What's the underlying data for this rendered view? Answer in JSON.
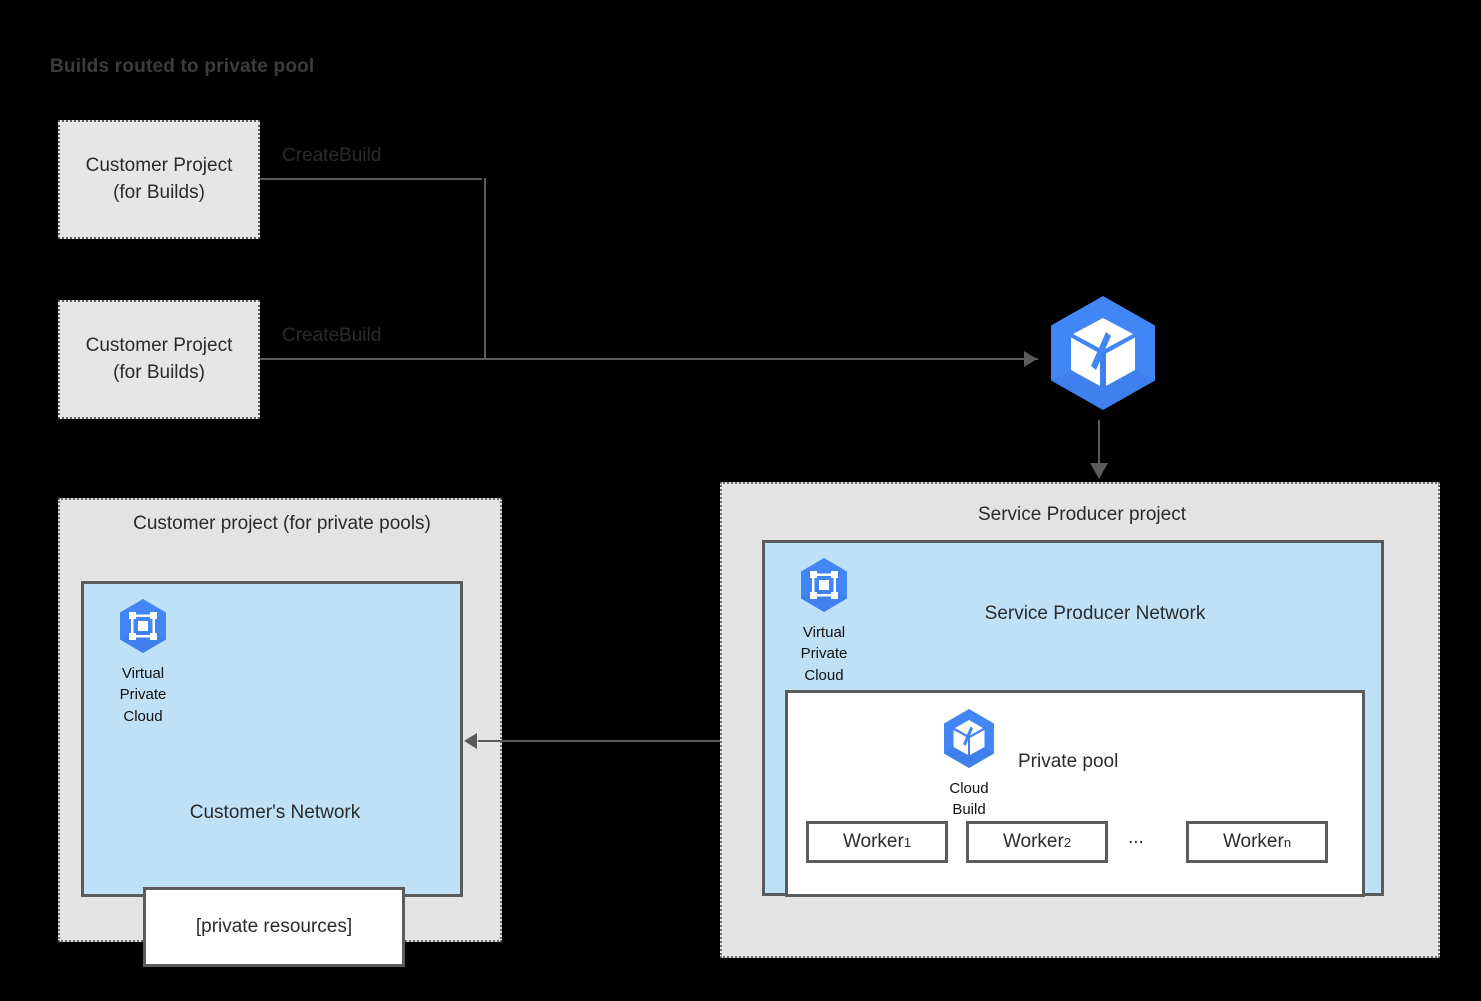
{
  "title": "Builds routed to private pool",
  "colors": {
    "panel_gray": "#e3e3e3",
    "network_blue": "#bfe1f7",
    "border_gray": "#5c5c5c",
    "gcp_blue": "#4285f4",
    "text_dark": "#2b2b2b",
    "white": "#ffffff"
  },
  "build_projects": [
    {
      "line1": "Customer Project",
      "line2": "(for Builds)",
      "edge_label": "CreateBuild"
    },
    {
      "line1": "Customer Project",
      "line2": "(for Builds)",
      "edge_label": "CreateBuild"
    }
  ],
  "cloud_build_service": {
    "icon": "cloud-build-icon"
  },
  "customer_project_panel": {
    "title": "Customer project (for private pools)",
    "vpc": {
      "icon": "virtual-private-cloud-icon",
      "caption_line1": "Virtual",
      "caption_line2": "Private",
      "caption_line3": "Cloud"
    },
    "network_label": "Customer's Network",
    "private_resources_label": "[private resources]"
  },
  "service_producer_panel": {
    "title": "Service Producer project",
    "vpc": {
      "icon": "virtual-private-cloud-icon",
      "caption_line1": "Virtual",
      "caption_line2": "Private",
      "caption_line3": "Cloud"
    },
    "network_label": "Service Producer Network",
    "private_pool": {
      "label": "Private pool",
      "cloud_build": {
        "icon": "cloud-build-icon",
        "caption_line1": "Cloud",
        "caption_line2": "Build"
      },
      "workers": [
        {
          "name": "Worker",
          "subscript": "1"
        },
        {
          "name": "Worker",
          "subscript": "2"
        },
        {
          "name": "Worker",
          "subscript": "n"
        }
      ],
      "ellipsis": "..."
    }
  }
}
